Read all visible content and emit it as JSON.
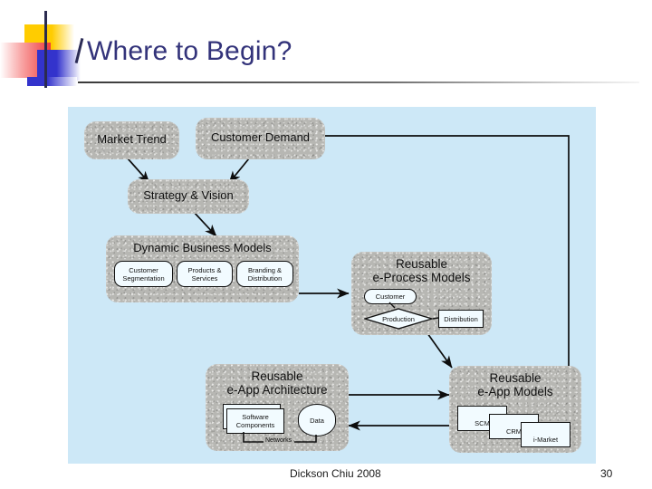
{
  "slide": {
    "title": "Where to Begin?",
    "footer_author": "Dickson Chiu 2008",
    "page_number": "30",
    "title_color": "#33337a",
    "panel_color": "#cde8f7",
    "box_color": "#b7b7b3"
  },
  "diagram": {
    "type": "flow",
    "nodes": {
      "market_trend": "Market Trend",
      "customer_demand": "Customer Demand",
      "strategy_vision": "Strategy & Vision",
      "dynamic_business_models": "Dynamic Business Models",
      "dbm_sub": [
        "Customer Segmentation",
        "Products & Services",
        "Branding & Distribution"
      ],
      "process_models_l1": "Reusable",
      "process_models_l2": "e-Process Models",
      "process_sub": [
        "Customer",
        "Production",
        "Distribution"
      ],
      "app_arch_l1": "Reusable",
      "app_arch_l2": "e-App Architecture",
      "arch_sub": [
        "Software Components",
        "Data",
        "Networks"
      ],
      "app_models_l1": "Reusable",
      "app_models_l2": "e-App Models",
      "models_sub": [
        "SCM",
        "CRM",
        "i-Market"
      ]
    },
    "edges": [
      {
        "from": "Market Trend",
        "to": "Strategy & Vision"
      },
      {
        "from": "Customer Demand",
        "to": "Strategy & Vision"
      },
      {
        "from": "Strategy & Vision",
        "to": "Dynamic Business Models"
      },
      {
        "from": "Dynamic Business Models",
        "to": "Reusable e-Process Models"
      },
      {
        "from": "Reusable e-Process Models",
        "to": "Reusable e-App Models"
      },
      {
        "from": "Reusable e-App Architecture",
        "to": "Reusable e-App Models"
      },
      {
        "from": "Reusable e-App Models",
        "to": "Reusable e-App Architecture"
      },
      {
        "from": "Reusable e-App Models",
        "to": "Customer Demand"
      }
    ]
  }
}
